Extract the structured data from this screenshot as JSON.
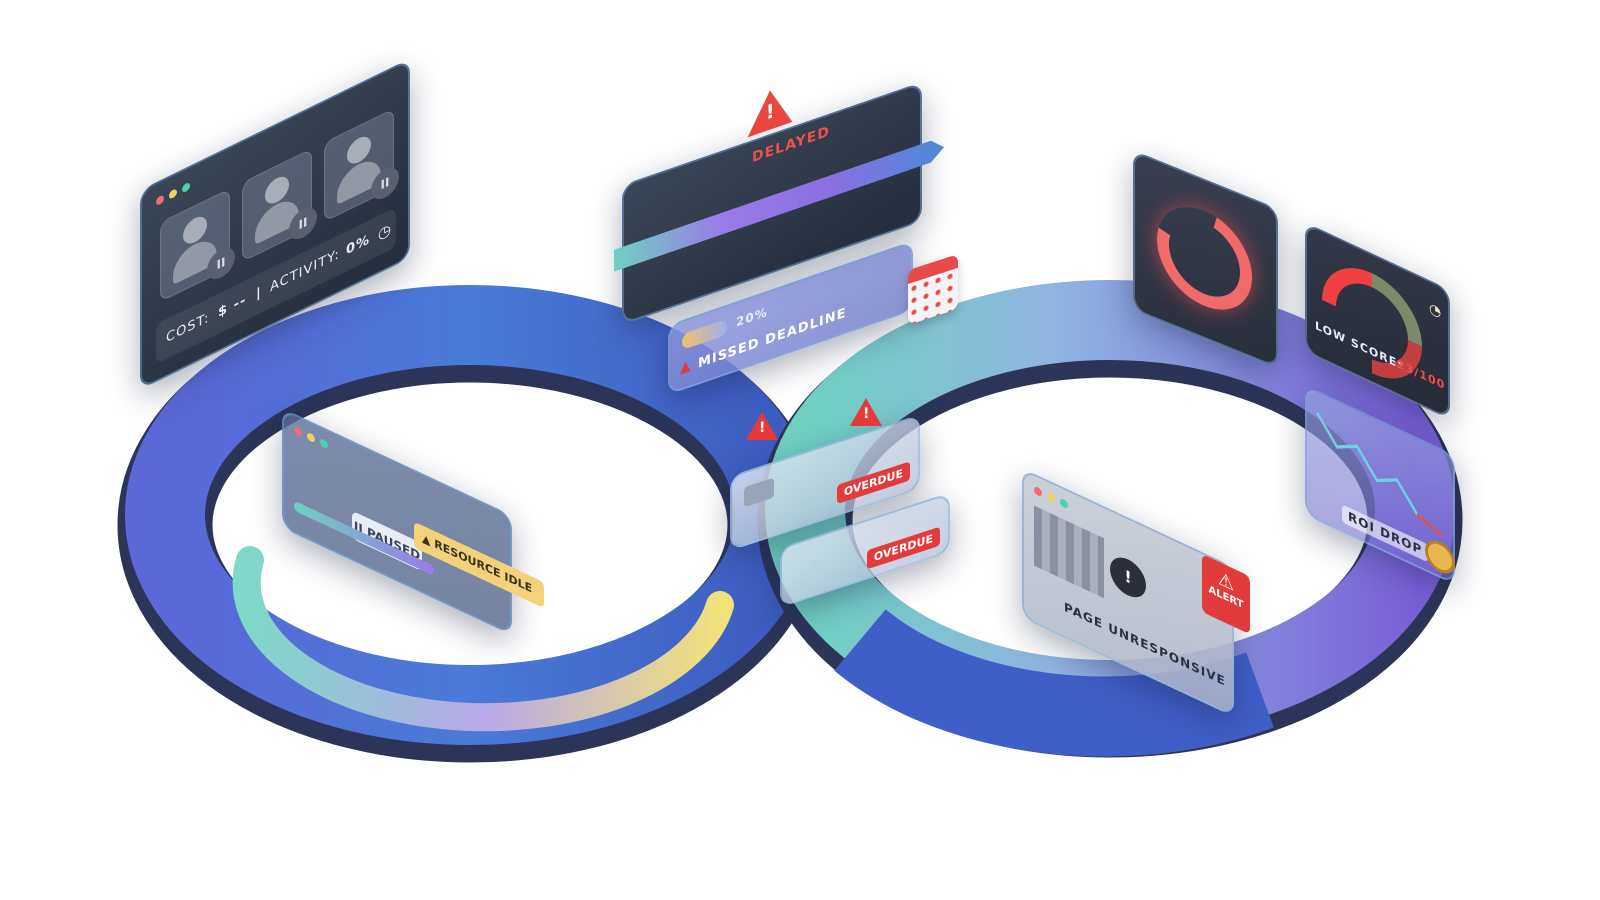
{
  "colors": {
    "accent_blue": "#4a6fd8",
    "accent_purple": "#8a6fe0",
    "accent_teal": "#6fd0c0",
    "accent_yellow": "#f0e07a",
    "alert_red": "#e33b3b"
  },
  "team_panel": {
    "cost_label": "COST:",
    "cost_value": "$ --",
    "separator": "|",
    "activity_label": "ACTIVITY:",
    "activity_value": "0%",
    "icons": [
      "user-paused-icon",
      "user-paused-icon",
      "user-paused-icon",
      "clock-icon"
    ]
  },
  "timeline_panel": {
    "status": "DELAYED",
    "icon": "broken-warning-icon"
  },
  "deadline_panel": {
    "progress_label": "20%",
    "progress": 20,
    "message": "MISSED DEADLINE",
    "icon": "calendar-icon"
  },
  "paused_panel": {
    "status": "PAUSED",
    "warning": "RESOURCE IDLE"
  },
  "tickets": [
    {
      "badge": "OVERDUE"
    },
    {
      "badge": "OVERDUE"
    }
  ],
  "loading_panel": {
    "icon": "loading-ring-icon"
  },
  "score_panel": {
    "label": "LOW SCORE:",
    "value": "23/100",
    "score": 23,
    "icon": "speedometer-icon"
  },
  "roi_panel": {
    "label": "ROI DROP",
    "icon": "coins-icon"
  },
  "page_panel": {
    "message": "PAGE UNRESPONSIVE",
    "alert": "ALERT",
    "icon": "error-icon"
  }
}
